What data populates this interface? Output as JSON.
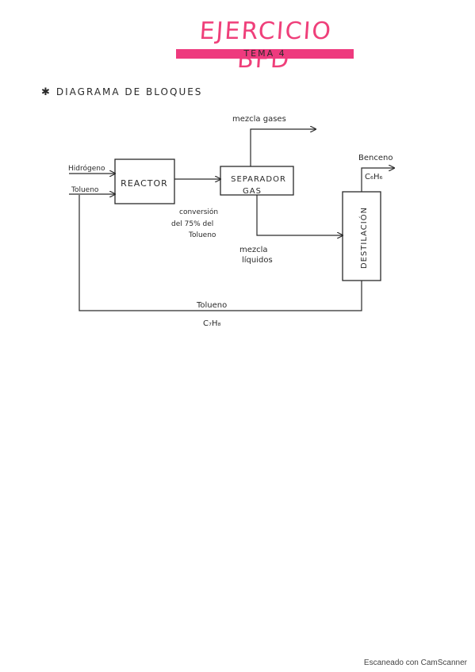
{
  "title": "EJERCICIO BFD",
  "subtitle": "TEMA 4",
  "heading": "DIAGRAMA DE BLOQUES",
  "heading_bullet": "✱",
  "blocks": {
    "reactor": "REACTOR",
    "separator_line1": "SEPARADOR",
    "separator_line2": "GAS",
    "distillation": "DESTILACIÓN"
  },
  "streams": {
    "hydrogen": "Hidrógeno",
    "toluene_in": "Tolueno",
    "gas_mix": "mezcla gases",
    "benzene_name": "Benceno",
    "benzene_formula": "C₆H₆",
    "liquid_mix_line1": "mezcla",
    "liquid_mix_line2": "líquidos",
    "recycle_name": "Tolueno",
    "recycle_formula": "C₇H₈"
  },
  "annotation": {
    "line1": "conversión",
    "line2": "del 75% del",
    "line3": "Tolueno"
  },
  "footer": "Escaneado con CamScanner",
  "colors": {
    "title": "#ef3f7a",
    "subtitle_bar": "#ee3a7e",
    "ink": "#2a2a2a"
  }
}
